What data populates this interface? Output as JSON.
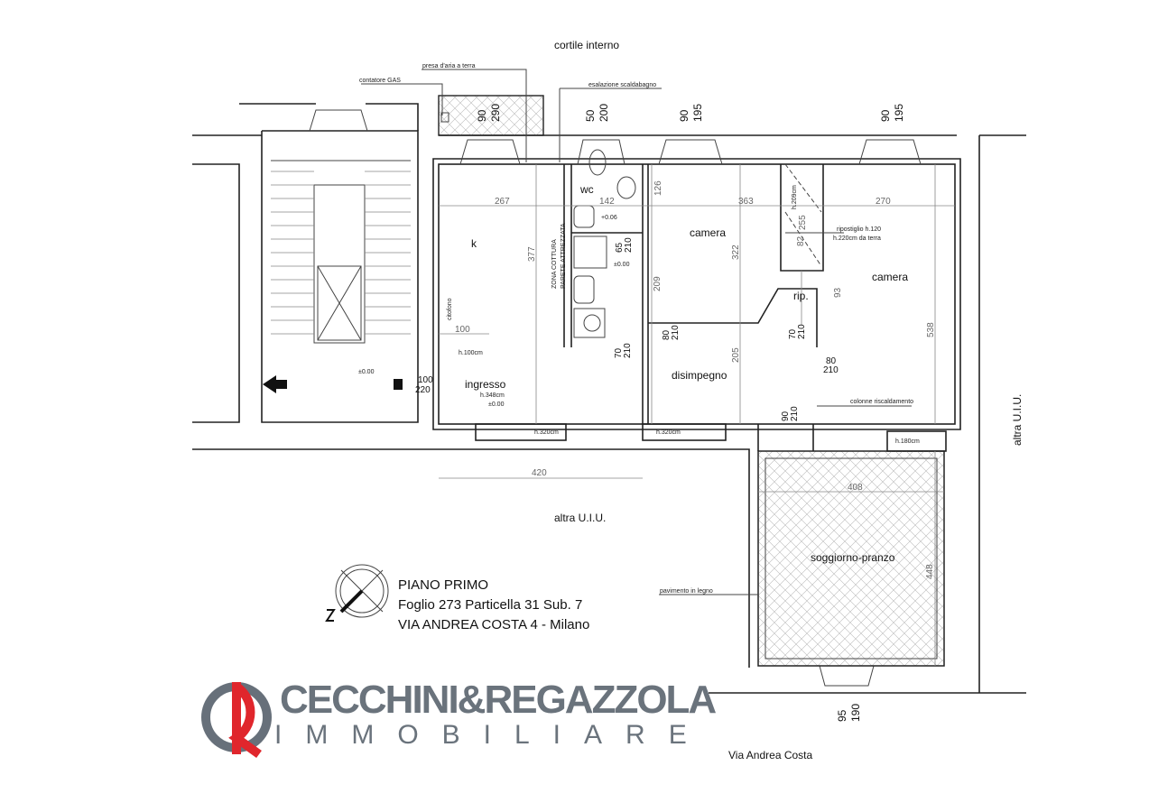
{
  "labels": {
    "courtyard": "cortile interno",
    "air_intake": "presa d'aria a terra",
    "gas_meter": "contatore GAS",
    "boiler_exhaust": "esalazione scaldabagno",
    "storage_note_1": "ripostiglio h.120",
    "storage_note_2": "h.220cm da terra",
    "heating_columns": "colonne riscaldamento",
    "wood_floor": "pavimento in legno",
    "other_unit_bottom": "altra U.I.U.",
    "other_unit_right": "altra U.I.U.",
    "street": "Via Andrea Costa",
    "intercom": "citofono",
    "kitchen_zone_1": "ZONA COTTURA",
    "kitchen_zone_2": "PARETE ATTREZZATA"
  },
  "rooms": {
    "kitchen": "k",
    "wc": "wc",
    "bedroom_1": "camera",
    "bedroom_2": "camera",
    "storage": "rip.",
    "entrance": "ingresso",
    "entrance_height": "h.348cm",
    "hallway": "disimpegno",
    "living": "soggiorno-pranzo"
  },
  "dimensions": {
    "d267": "267",
    "d142": "142",
    "d363": "363",
    "d270": "270",
    "d100": "100",
    "d420": "420",
    "d408": "408",
    "d377": "377",
    "d126": "126",
    "d209": "209",
    "d322": "322",
    "d205": "205",
    "d538": "538",
    "d448": "448",
    "d93": "93",
    "h209": "h.209cm",
    "d255": "255",
    "d82": "82",
    "h100": "h.100cm",
    "h320a": "h.320cm",
    "h320b": "h.320cm",
    "h180": "h.180cm"
  },
  "windows": [
    {
      "w": "90",
      "h": "290"
    },
    {
      "w": "50",
      "h": "200"
    },
    {
      "w": "90",
      "h": "195"
    },
    {
      "w": "90",
      "h": "195"
    },
    {
      "w": "95",
      "h": "190"
    }
  ],
  "doors": [
    {
      "w": "65",
      "h": "210"
    },
    {
      "w": "80",
      "h": "210"
    },
    {
      "w": "70",
      "h": "210"
    },
    {
      "w": "70",
      "h": "210"
    },
    {
      "w": "80",
      "h": "210"
    },
    {
      "w": "90",
      "h": "210"
    },
    {
      "w": "100",
      "h": "220"
    }
  ],
  "levels": {
    "wc": "+0.06",
    "shower": "±0.00",
    "entrance": "±0.00",
    "landing": "±0.00"
  },
  "title_block": {
    "floor": "PIANO PRIMO",
    "cadastral": "Foglio 273 Particella 31 Sub. 7",
    "address": "VIA ANDREA COSTA 4 - Milano"
  },
  "logo": {
    "name": "CECCHINI&REGAZZOLA",
    "subtitle": "IMMOBILIARE",
    "grey": "#56606b",
    "red": "#e0262c"
  }
}
